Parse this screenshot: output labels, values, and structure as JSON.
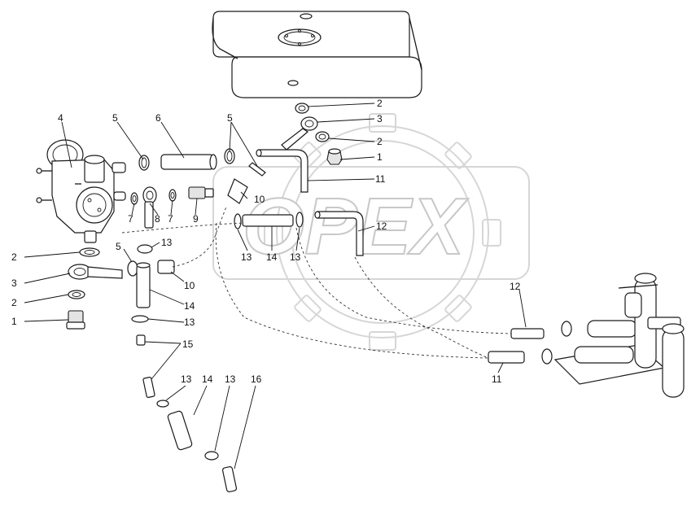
{
  "watermark": {
    "text": "OPEX"
  },
  "callouts": [
    {
      "id": "c-2-top",
      "label": "2"
    },
    {
      "id": "c-3-top",
      "label": "3"
    },
    {
      "id": "c-2-mid",
      "label": "2"
    },
    {
      "id": "c-1-top",
      "label": "1"
    },
    {
      "id": "c-11-top",
      "label": "11"
    },
    {
      "id": "c-4",
      "label": "4"
    },
    {
      "id": "c-5-a",
      "label": "5"
    },
    {
      "id": "c-6",
      "label": "6"
    },
    {
      "id": "c-5-b",
      "label": "5"
    },
    {
      "id": "c-10-a",
      "label": "10"
    },
    {
      "id": "c-7-a",
      "label": "7"
    },
    {
      "id": "c-8",
      "label": "8"
    },
    {
      "id": "c-7-b",
      "label": "7"
    },
    {
      "id": "c-9",
      "label": "9"
    },
    {
      "id": "c-12-top",
      "label": "12"
    },
    {
      "id": "c-13-a",
      "label": "13"
    },
    {
      "id": "c-14-a",
      "label": "14"
    },
    {
      "id": "c-13-b",
      "label": "13"
    },
    {
      "id": "c-2-left",
      "label": "2"
    },
    {
      "id": "c-5-c",
      "label": "5"
    },
    {
      "id": "c-13-c",
      "label": "13"
    },
    {
      "id": "c-3-left",
      "label": "3"
    },
    {
      "id": "c-10-b",
      "label": "10"
    },
    {
      "id": "c-2-left-b",
      "label": "2"
    },
    {
      "id": "c-14-b",
      "label": "14"
    },
    {
      "id": "c-1-left",
      "label": "1"
    },
    {
      "id": "c-13-d",
      "label": "13"
    },
    {
      "id": "c-15",
      "label": "15"
    },
    {
      "id": "c-12-right",
      "label": "12"
    },
    {
      "id": "c-11-right",
      "label": "11"
    },
    {
      "id": "c-13-e",
      "label": "13"
    },
    {
      "id": "c-14-c",
      "label": "14"
    },
    {
      "id": "c-13-f",
      "label": "13"
    },
    {
      "id": "c-16",
      "label": "16"
    }
  ]
}
